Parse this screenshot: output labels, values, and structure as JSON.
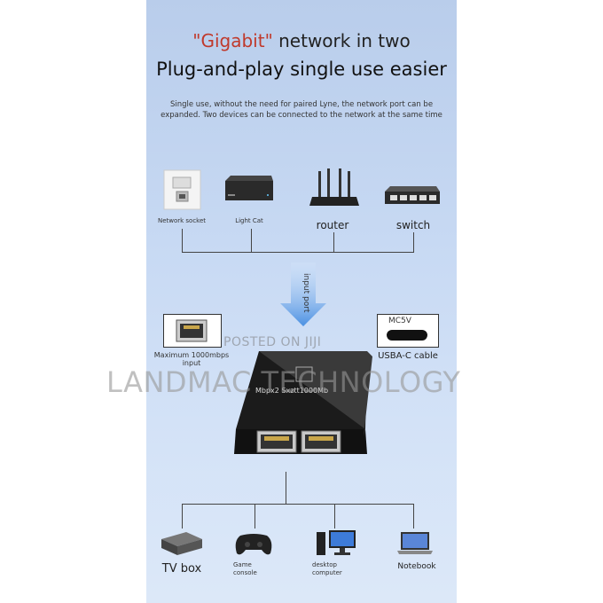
{
  "header": {
    "title_part1": "\"Gigabit\"",
    "title_part2": " network in two",
    "subtitle": "Plug-and-play single use easier",
    "description": "Single use, without the need for paired Lyne, the network port can be expanded. Two devices can be connected to the network at the same time"
  },
  "sources": [
    {
      "label": "Network socket",
      "icon": "network-socket-icon"
    },
    {
      "label": "Light Cat",
      "icon": "modem-icon"
    },
    {
      "label": "router",
      "icon": "router-icon"
    },
    {
      "label": "switch",
      "icon": "switch-icon"
    }
  ],
  "input_arrow_label": "input port",
  "port_callout": {
    "label": "Maximum 1000mbps input"
  },
  "usb_callout": {
    "tag": "MC5V",
    "label": "USBA-C cable"
  },
  "device": {
    "label": "Mbpx2 Sxztt1000Mb"
  },
  "watermarks": {
    "posted": "POSTED ON JIJI",
    "brand": "LANDMAC TECHNOLOGY"
  },
  "outputs": [
    {
      "label": "TV box",
      "icon": "tv-box-icon"
    },
    {
      "label": "Game console",
      "icon": "gamepad-icon"
    },
    {
      "label": "desktop computer",
      "icon": "desktop-computer-icon"
    },
    {
      "label": "Notebook",
      "icon": "laptop-icon"
    }
  ],
  "colors": {
    "panel_top": "#b9cdeb",
    "panel_bottom": "#dce8f8",
    "accent_red": "#c0392b",
    "arrow_blue": "#4a90e2",
    "device_body": "#1b1b1b"
  }
}
